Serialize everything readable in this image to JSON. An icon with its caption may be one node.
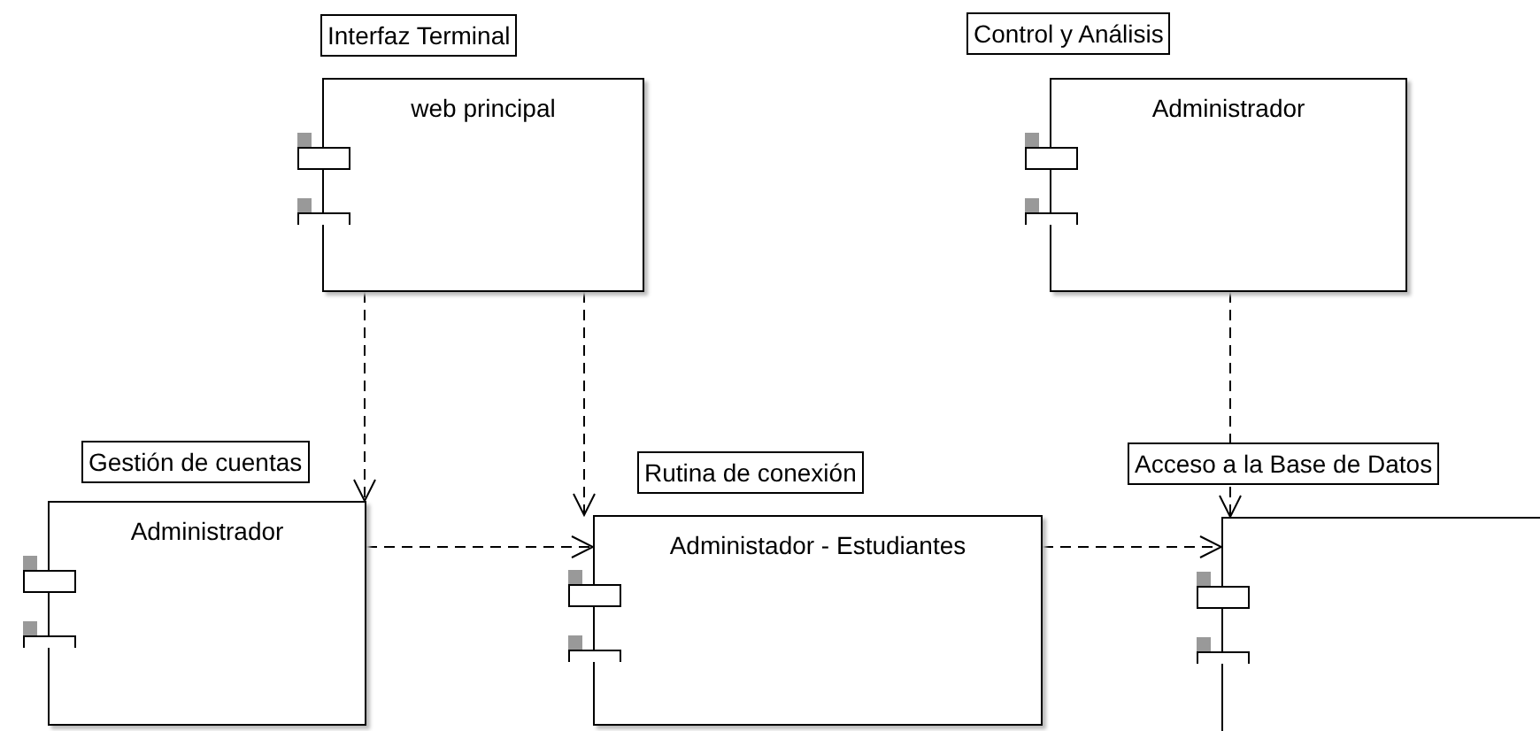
{
  "diagram": {
    "nodes": [
      {
        "text": [
          "Interfaz Terminal",
          "web principal"
        ]
      },
      {
        "text": [
          "Control y Análisis",
          "Administrador"
        ]
      },
      {
        "text": [
          "Gestión de cuentas",
          "Administrador"
        ]
      },
      {
        "text": [
          "Rutina de conexión",
          "Administador - Estudiantes"
        ]
      },
      {
        "text": [
          "Acceso a la Base de Datos"
        ]
      }
    ],
    "edges": [
      {
        "from": 0,
        "to": 2,
        "arrow": "to",
        "style": "dashed"
      },
      {
        "from": 0,
        "to": 3,
        "arrow": "to",
        "style": "dashed"
      },
      {
        "from": 1,
        "to": 4,
        "arrow": "to",
        "style": "dashed"
      },
      {
        "from": 2,
        "to": 3,
        "arrow": "to",
        "style": "dashed"
      },
      {
        "from": 3,
        "to": 4,
        "arrow": "to",
        "style": "dashed"
      }
    ]
  }
}
